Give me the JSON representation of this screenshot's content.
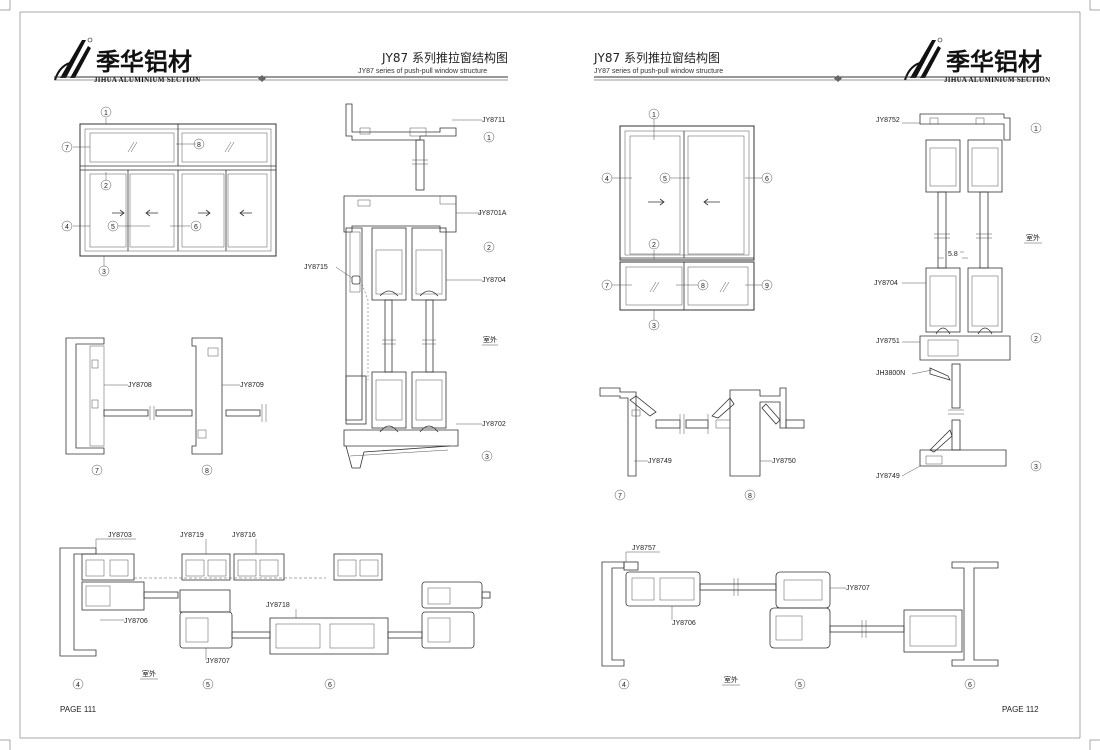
{
  "left_page": {
    "brand": {
      "name": "季华铝材",
      "subtitle": "JIHUA ALUMINIUM SECTION"
    },
    "title": "JY87 系列推拉窗结构图",
    "subtitle": "JY87 series of push-pull window structure",
    "page": "PAGE 111",
    "profile_labels": [
      "JY8711",
      "JY8701A",
      "JY8715",
      "JY8704",
      "JY8702",
      "JY8708",
      "JY8709",
      "JY8703",
      "JY8719",
      "JY8716",
      "JY8706",
      "JY8718",
      "JY8707"
    ],
    "circle_numbers": [
      "1",
      "2",
      "3",
      "4",
      "5",
      "6",
      "7",
      "8"
    ],
    "outdoor": "室外"
  },
  "right_page": {
    "brand": {
      "name": "季华铝材",
      "subtitle": "JIHUA ALUMINIUM SECTION"
    },
    "title": "JY87 系列推拉窗结构图",
    "subtitle": "JY87 series of push-pull window structure",
    "page": "PAGE 112",
    "profile_labels": [
      "JY8752",
      "JY8704",
      "JY8751",
      "JH3800N",
      "JY8749",
      "JY8750",
      "JY8757",
      "JY8706",
      "JY8707"
    ],
    "dimension": "5.8",
    "circle_numbers": [
      "1",
      "2",
      "3",
      "4",
      "5",
      "6",
      "7",
      "8",
      "9"
    ],
    "outdoor": "室外"
  }
}
